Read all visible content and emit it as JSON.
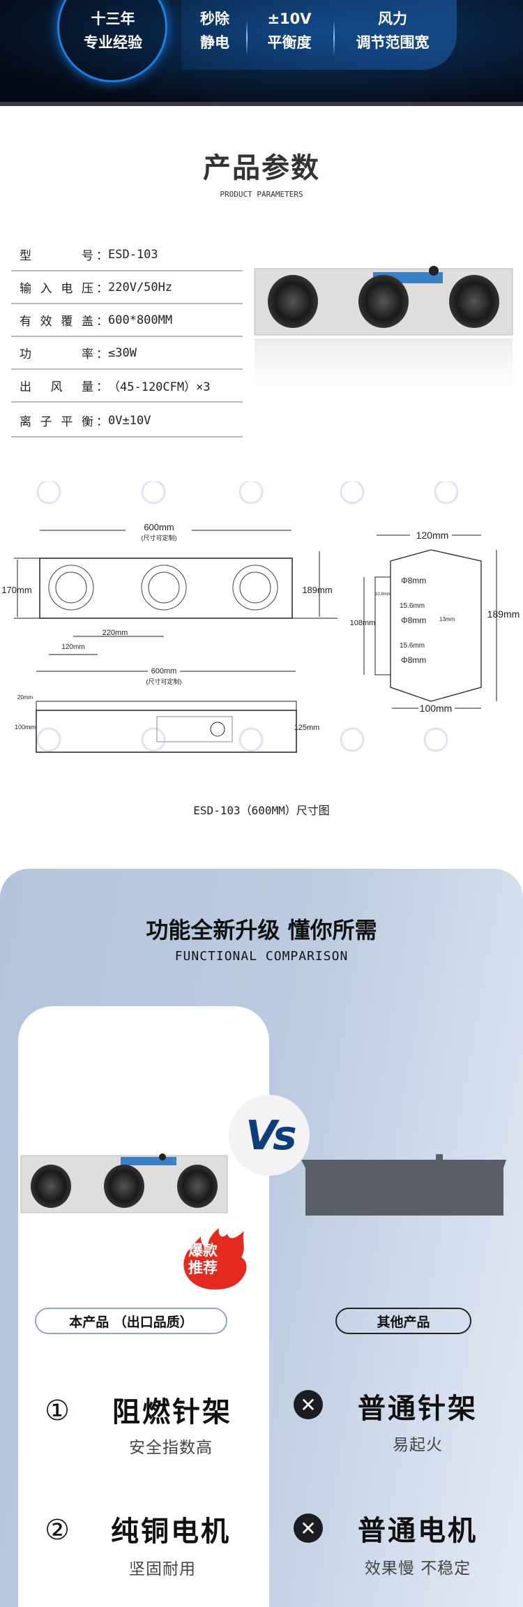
{
  "banner": {
    "features": [
      {
        "line1": "十三年",
        "line2": "专业经验"
      },
      {
        "line1": "秒除",
        "line2": "静电"
      },
      {
        "line1": "±10V",
        "line2": "平衡度"
      },
      {
        "line1": "风力",
        "line2": "调节范围宽"
      }
    ]
  },
  "params": {
    "title": "产品参数",
    "subtitle": "PRODUCT PARAMETERS",
    "rows": [
      {
        "label": "型号",
        "value": "ESD-103"
      },
      {
        "label": "输入电压",
        "value": "220V/50Hz"
      },
      {
        "label": "有效覆盖",
        "value": "600*800MM"
      },
      {
        "label": "功率",
        "value": "≤30W"
      },
      {
        "label": "出风量",
        "value": "（45-120CFM）×3"
      },
      {
        "label": "离子平衡",
        "value": "0V±10V"
      }
    ],
    "colon": "："
  },
  "dimensions": {
    "width": "600mm",
    "custom": "(尺寸可定制)",
    "height_body": "170mm",
    "height_total": "189mm",
    "fan_spacing": "220mm",
    "fan_size": "120mm",
    "top_ht": "20mm",
    "body_ht": "100mm",
    "side_ht": "125mm",
    "side_width": "120mm",
    "side_depth": "100mm",
    "side_height": "189mm",
    "bracket": "108mm",
    "hole": "Φ8mm",
    "slot": "15.6mm",
    "gap": "10.8mm",
    "knob": "13mm",
    "caption": "ESD-103（600MM）尺寸图"
  },
  "comparison": {
    "title": "功能全新升级  懂你所需",
    "subtitle": "FUNCTIONAL COMPARISON",
    "vs": "Vs",
    "badge": [
      "爆款",
      "推荐"
    ],
    "ours_label": "本产品  （出口品质）",
    "others_label": "其他产品",
    "ours": [
      {
        "num": "①",
        "title": "阻燃针架",
        "sub": "安全指数高"
      },
      {
        "num": "②",
        "title": "纯铜电机",
        "sub": "坚固耐用"
      }
    ],
    "others": [
      {
        "title": "普通针架",
        "sub": "易起火"
      },
      {
        "title": "普通电机",
        "sub": "效果慢  不稳定"
      }
    ],
    "colors": {
      "vs": "#0d3d7a",
      "badge": "#e42a1e",
      "others_box": "#5a5e66"
    }
  }
}
